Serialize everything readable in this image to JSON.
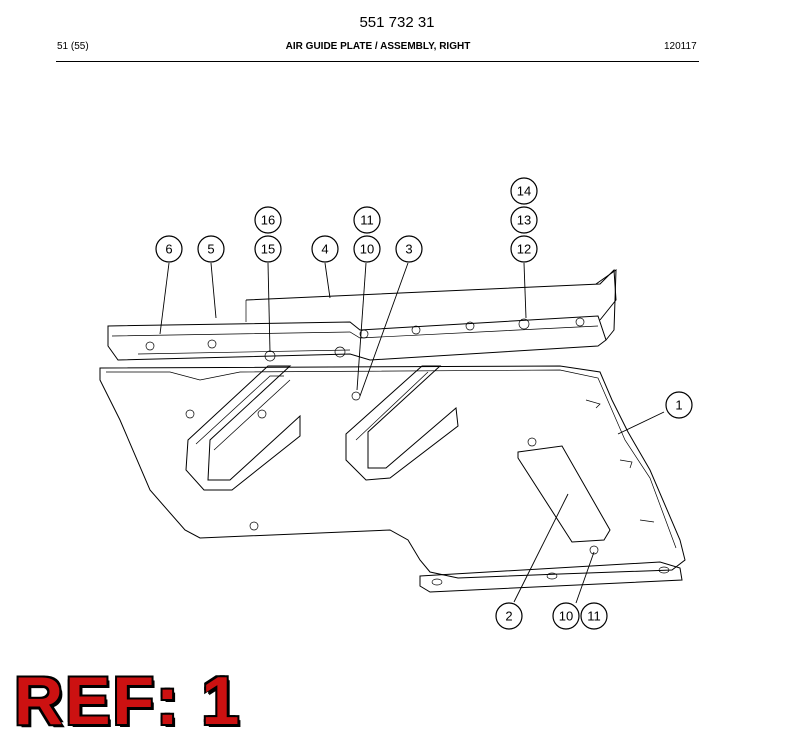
{
  "header": {
    "document_number": "551 732 31",
    "page": "51 (55)",
    "title": "AIR GUIDE PLATE / ASSEMBLY, RIGHT",
    "date_code": "120117"
  },
  "ref_label": "REF: 1",
  "callouts": [
    {
      "id": "c14",
      "label": "14"
    },
    {
      "id": "c13",
      "label": "13"
    },
    {
      "id": "c12",
      "label": "12"
    },
    {
      "id": "c16",
      "label": "16"
    },
    {
      "id": "c15",
      "label": "15"
    },
    {
      "id": "c11a",
      "label": "11"
    },
    {
      "id": "c10a",
      "label": "10"
    },
    {
      "id": "c6",
      "label": "6"
    },
    {
      "id": "c5",
      "label": "5"
    },
    {
      "id": "c4",
      "label": "4"
    },
    {
      "id": "c3",
      "label": "3"
    },
    {
      "id": "c1",
      "label": "1"
    },
    {
      "id": "c2",
      "label": "2"
    },
    {
      "id": "c10b",
      "label": "10"
    },
    {
      "id": "c11b",
      "label": "11"
    }
  ],
  "colors": {
    "ref_text": "#cc1111",
    "line": "#000000"
  }
}
